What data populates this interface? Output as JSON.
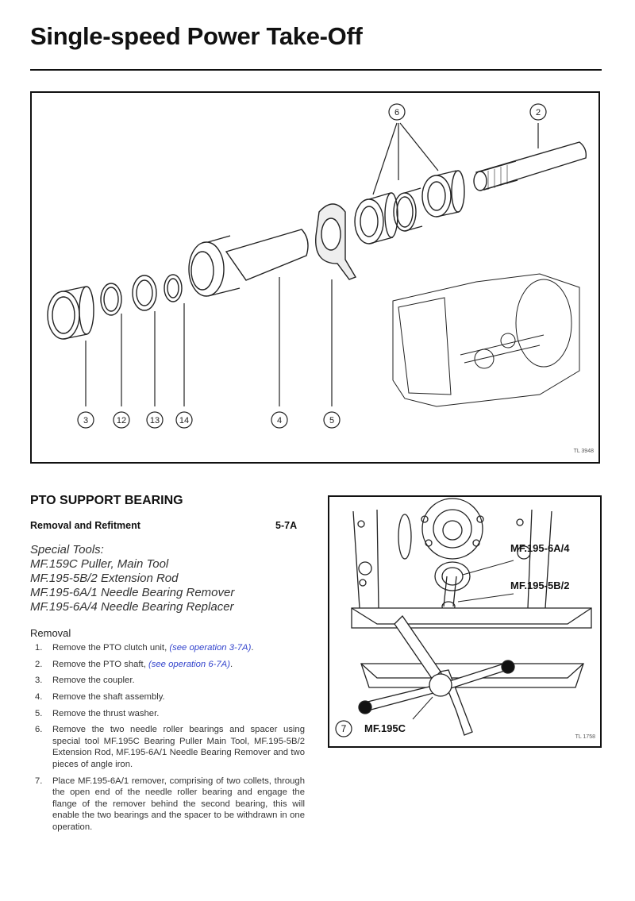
{
  "page": {
    "title": "Single-speed Power Take-Off"
  },
  "figure1": {
    "ref": "TL 3948",
    "callouts": [
      "2",
      "3",
      "4",
      "5",
      "6",
      "12",
      "13",
      "14"
    ]
  },
  "section": {
    "title": "PTO SUPPORT BEARING",
    "subtitle": "Removal and Refitment",
    "operation": "5-7A"
  },
  "special_tools": {
    "heading": "Special Tools:",
    "items": [
      "MF.159C  Puller, Main Tool",
      "MF.195-5B/2 Extension Rod",
      "MF.195-6A/1 Needle Bearing Remover",
      "MF.195-6A/4 Needle Bearing Replacer"
    ]
  },
  "removal": {
    "heading": "Removal",
    "steps": [
      {
        "n": "1.",
        "text": "Remove the PTO clutch unit, ",
        "link": "(see operation 3-7A)",
        "tail": "."
      },
      {
        "n": "2.",
        "text": "Remove the PTO shaft, ",
        "link": "(see operation 6-7A)",
        "tail": "."
      },
      {
        "n": "3.",
        "text": "Remove the coupler."
      },
      {
        "n": "4.",
        "text": "Remove the shaft assembly."
      },
      {
        "n": "5.",
        "text": "Remove the thrust washer."
      },
      {
        "n": "6.",
        "text": "Remove the two needle roller bearings and spacer using special tool MF.195C Bearing Puller Main Tool, MF.195-5B/2 Extension Rod, MF.195-6A/1 Needle Bearing Remover and two pieces of angle iron."
      },
      {
        "n": "7.",
        "text": "Place MF.195-6A/1 remover, comprising of two collets, through the open end of the needle roller bearing and engage the flange of the remover behind the second bearing, this will enable the two bearings and the spacer to be withdrawn in one operation."
      }
    ]
  },
  "figure2": {
    "ref": "TL 1758",
    "number": "7",
    "labels": {
      "replacer": "MF.195-6A/4",
      "extension": "MF.195-5B/2",
      "puller": "MF.195C"
    }
  }
}
